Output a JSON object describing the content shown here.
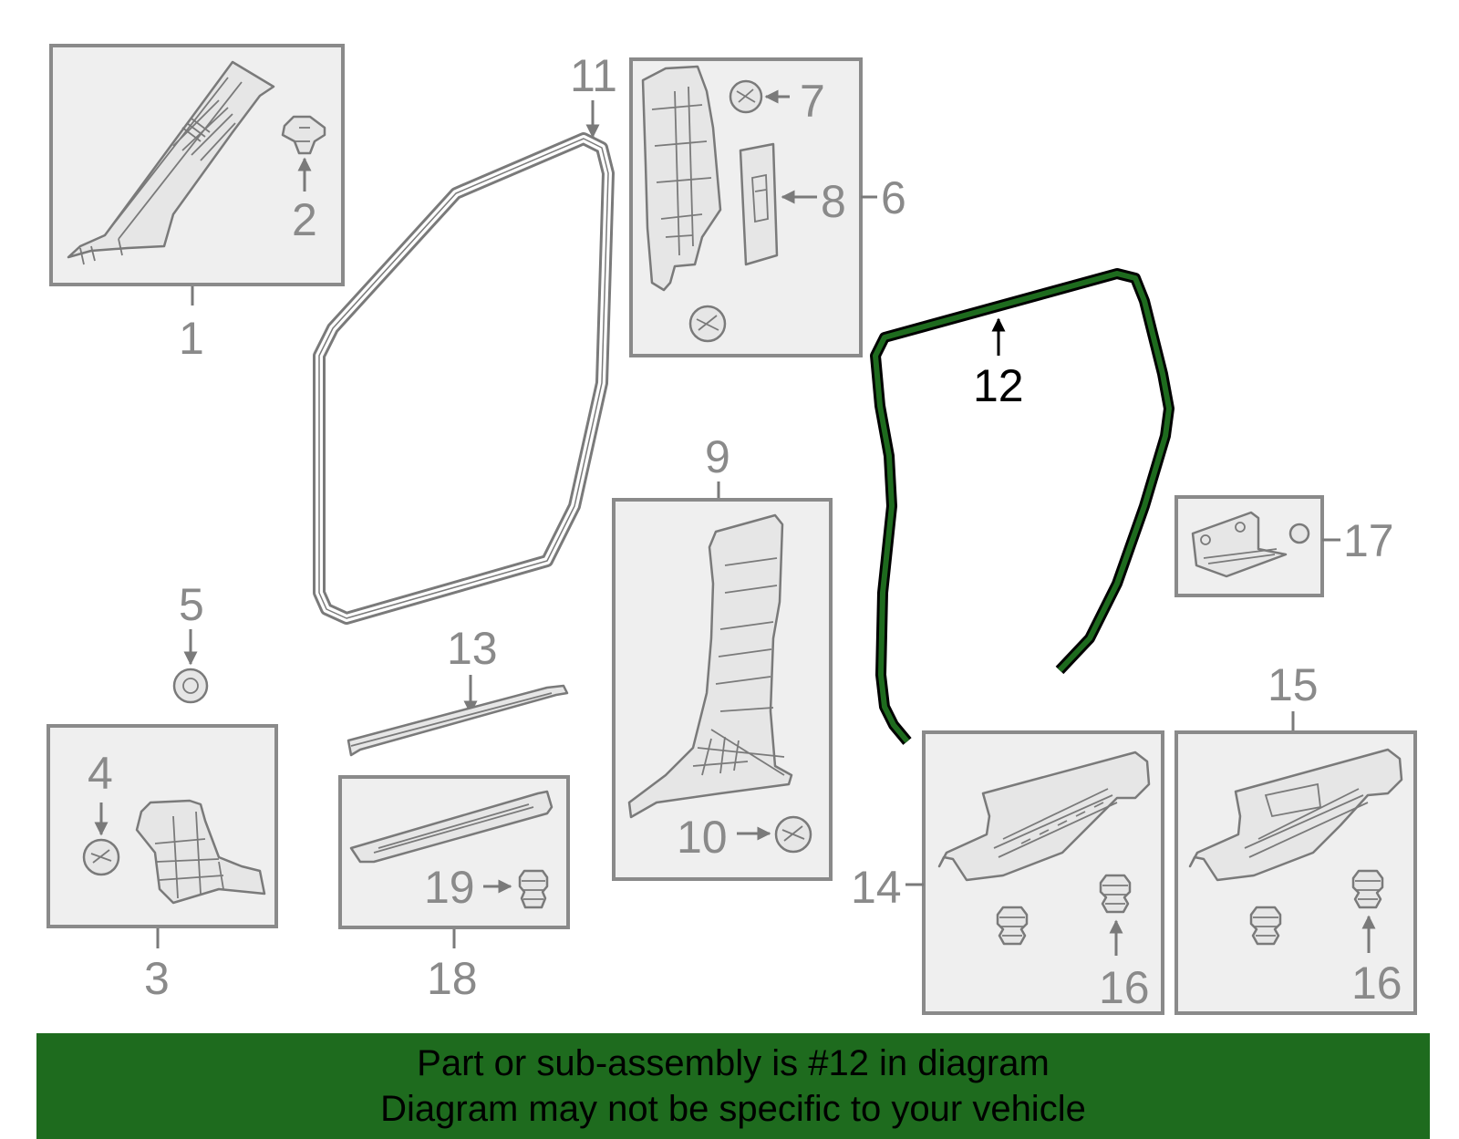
{
  "callouts": {
    "n1": "1",
    "n2": "2",
    "n3": "3",
    "n4": "4",
    "n5": "5",
    "n6": "6",
    "n7": "7",
    "n8": "8",
    "n9": "9",
    "n10": "10",
    "n11": "11",
    "n12": "12",
    "n13": "13",
    "n14": "14",
    "n15": "15",
    "n16a": "16",
    "n16b": "16",
    "n17": "17",
    "n18": "18",
    "n19": "19"
  },
  "highlight": {
    "part_number": "12",
    "color": "#1e6b1e"
  },
  "banner": {
    "line1": "Part or sub-assembly is #12 in diagram",
    "line2": "Diagram may not be specific to your vehicle",
    "background": "#1e6b1e"
  }
}
